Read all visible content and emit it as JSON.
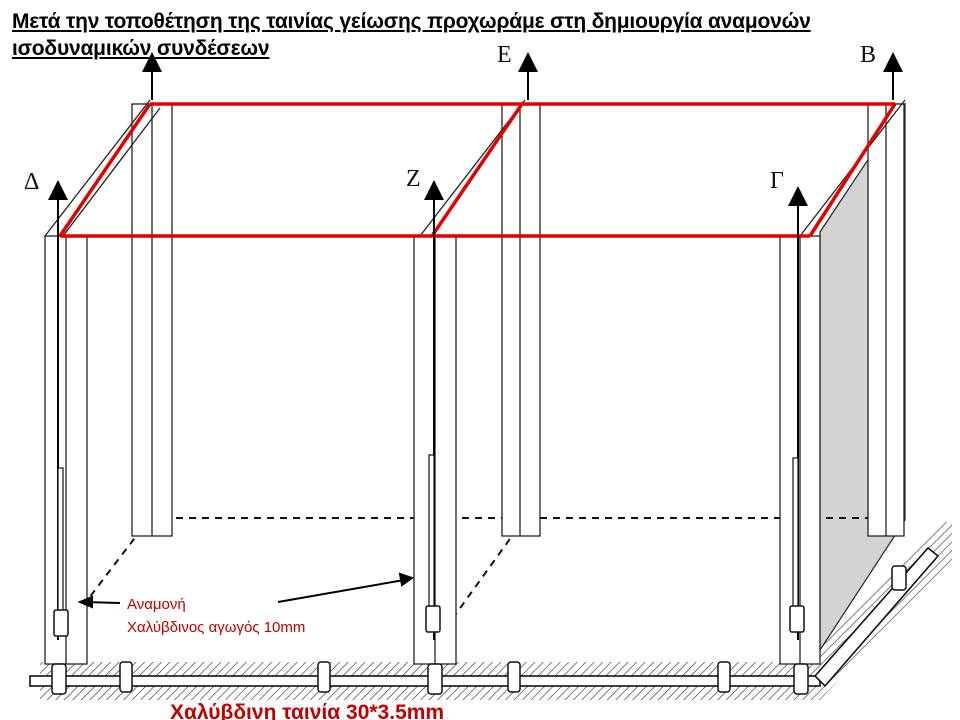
{
  "title": {
    "line1": "Μετά την τοποθέτηση της ταινίας γείωσης προχωράμε στη δημιουργία αναμονών",
    "line2": "ισοδυναμικών συνδέσεων"
  },
  "columns": {
    "delta": "Δ",
    "zeta": "Ζ",
    "gamma": "Γ",
    "epsilon": "Ε",
    "beta": "Β"
  },
  "annotation": {
    "line1": "Αναμονή",
    "line2": "Χαλύβδινος αγωγός 10mm"
  },
  "strip_label": "Χαλύβδινη ταινία 30*3.5mm",
  "colors": {
    "frame_red": "#e00000",
    "label_red": "#c00000",
    "column_outline": "#222222",
    "shaded_wall": "#d3d3d3"
  }
}
